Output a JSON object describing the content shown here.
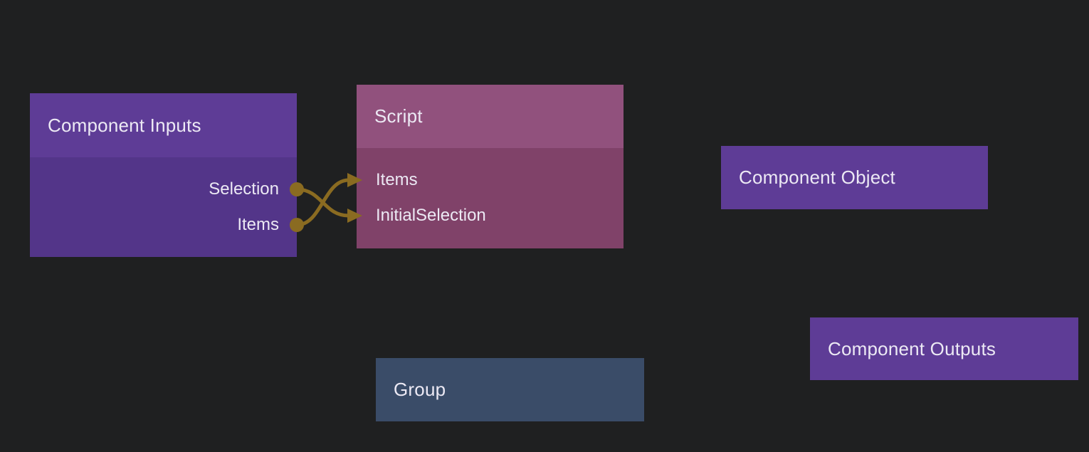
{
  "canvas": {
    "background_color": "#1f2021",
    "wire_color": "#8a6b21",
    "text_color": "#ece9f4"
  },
  "nodes": [
    {
      "title": "Component Inputs",
      "header_color": "#5e3c96",
      "body_color": "#533589",
      "outputs": [
        "Selection",
        "Items"
      ]
    },
    {
      "title": "Script",
      "header_color": "#91517d",
      "body_color": "#804269",
      "inputs": [
        "Items",
        "InitialSelection"
      ]
    },
    {
      "title": "Component Object",
      "header_color": "#5e3c96"
    },
    {
      "title": "Component Outputs",
      "header_color": "#5e3c96"
    },
    {
      "title": "Group",
      "header_color": "#3a4c68"
    }
  ],
  "connections": [
    {
      "from_node": "Component Inputs",
      "from_port": "Selection",
      "to_node": "Script",
      "to_port": "InitialSelection"
    },
    {
      "from_node": "Component Inputs",
      "from_port": "Items",
      "to_node": "Script",
      "to_port": "Items"
    }
  ]
}
